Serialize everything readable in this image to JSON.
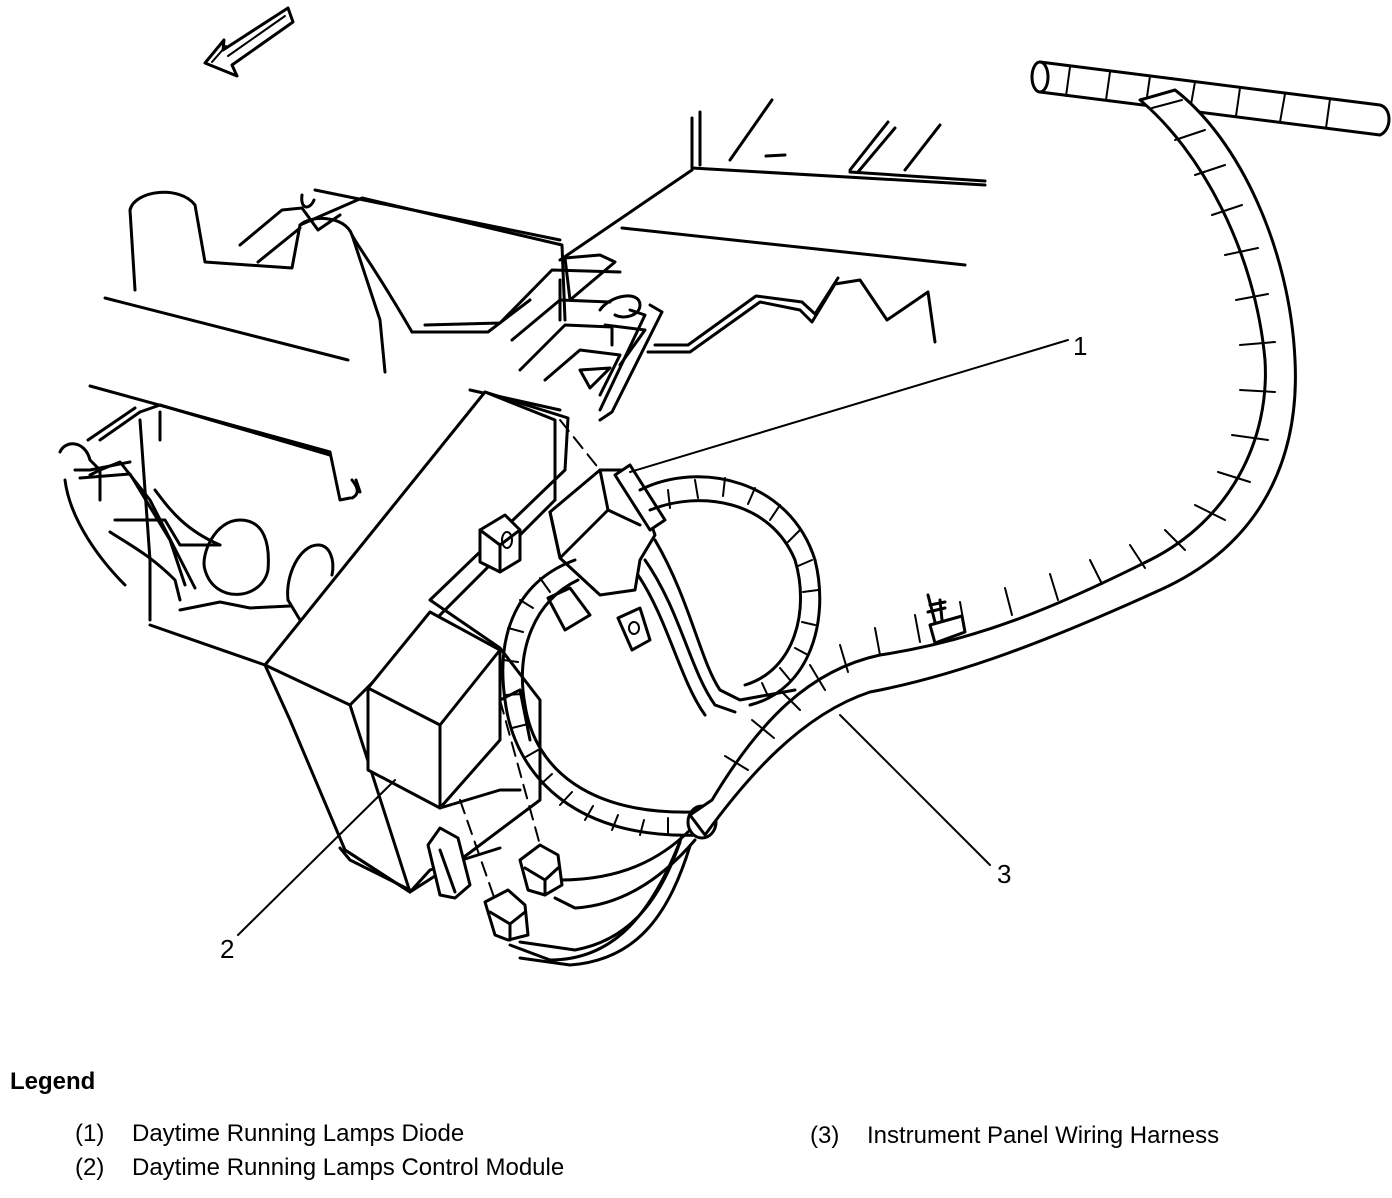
{
  "diagram": {
    "callouts": [
      {
        "id": "1",
        "label": "1"
      },
      {
        "id": "2",
        "label": "2"
      },
      {
        "id": "3",
        "label": "3"
      }
    ]
  },
  "legend": {
    "title": "Legend",
    "items": [
      {
        "number": "(1)",
        "text": "Daytime Running Lamps Diode"
      },
      {
        "number": "(2)",
        "text": "Daytime Running Lamps Control Module"
      },
      {
        "number": "(3)",
        "text": "Instrument Panel Wiring Harness"
      }
    ]
  }
}
